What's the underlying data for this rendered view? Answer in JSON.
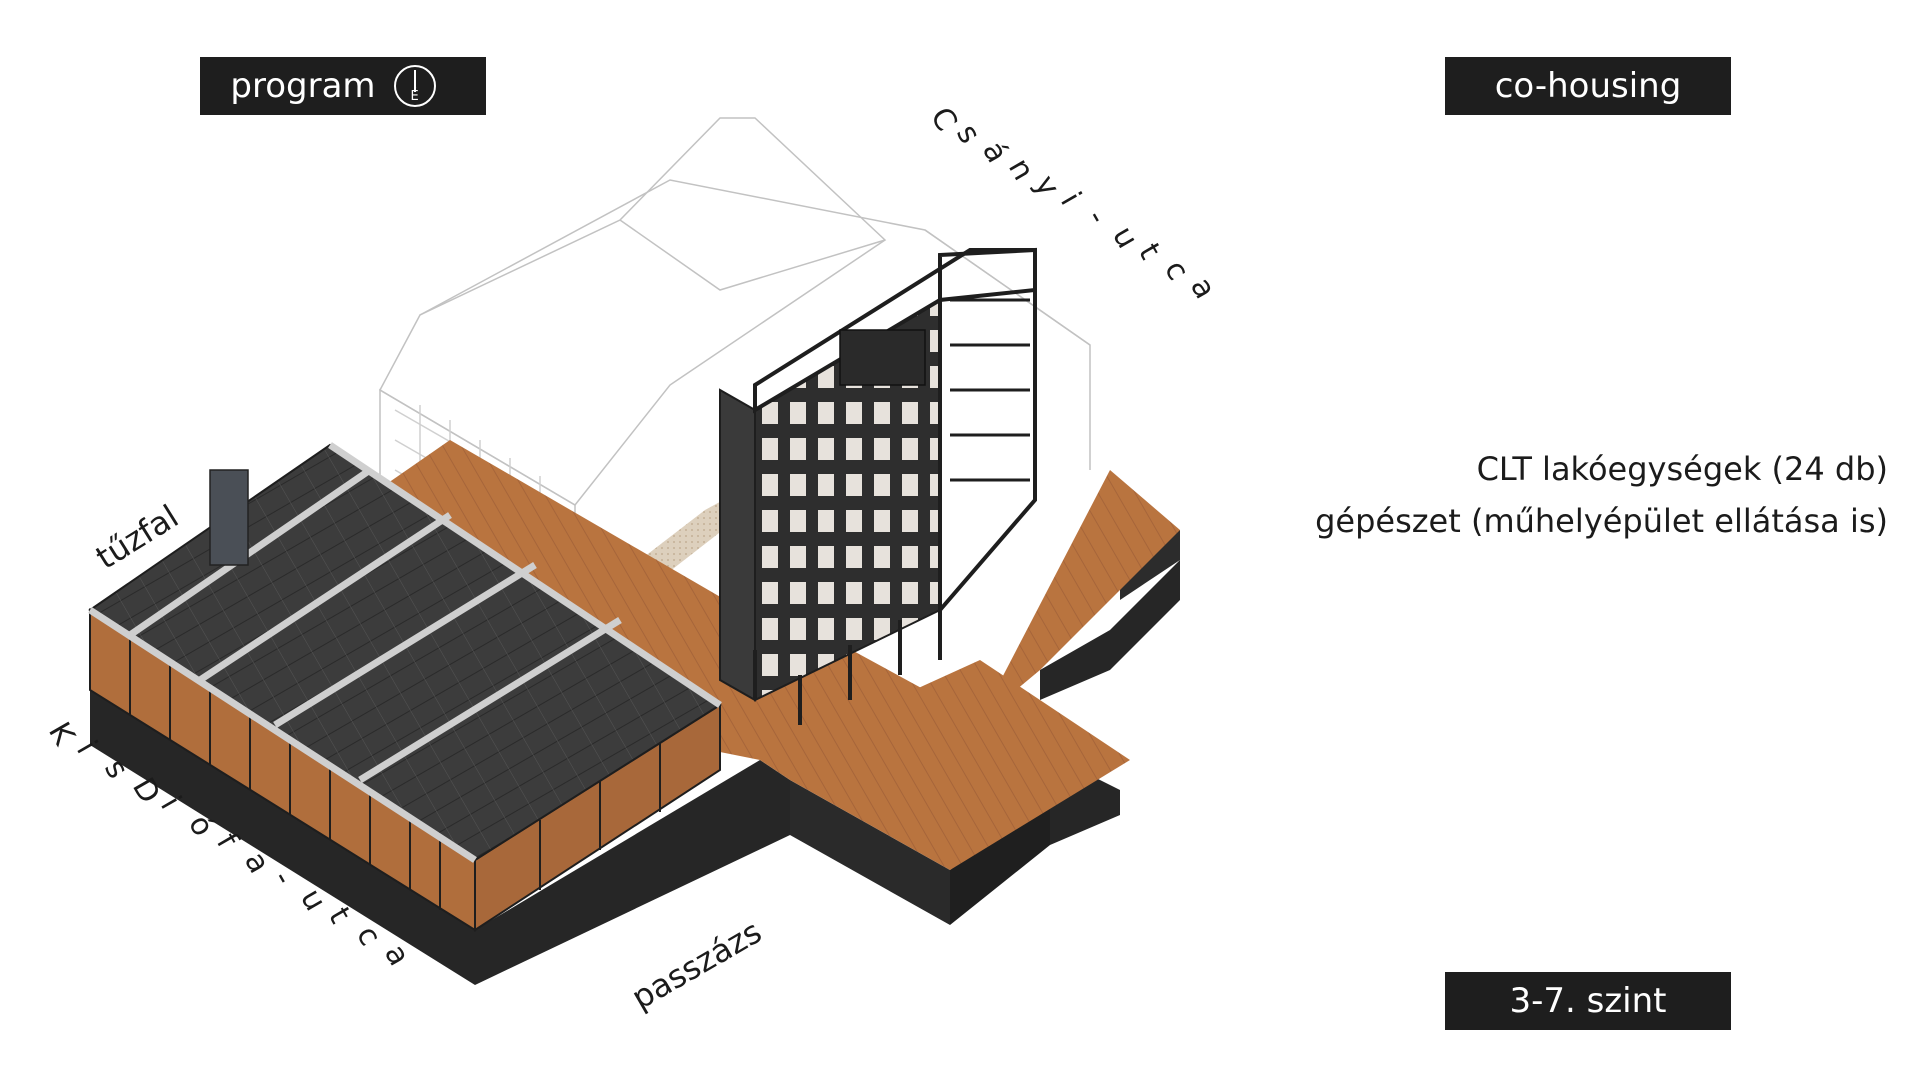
{
  "labels": {
    "program": "program",
    "compass_letter": "É",
    "cohousing": "co-housing",
    "level": "3-7. szint"
  },
  "description": {
    "line1": "CLT lakóegységek (24 db)",
    "line2": "gépészet (műhelyépület ellátása is)"
  },
  "streets": {
    "csanyi": [
      "C",
      "s",
      "á",
      "n",
      "y",
      "i",
      "-",
      "u",
      "t",
      "c",
      "a"
    ],
    "kisdiofa": [
      "K",
      "i",
      "s",
      "D",
      "i",
      "ó",
      "f",
      "a",
      "-",
      "u",
      "t",
      "c",
      "a"
    ]
  },
  "annotations": {
    "tuzfal": "tűzfal",
    "passzazs": "passzázs"
  },
  "colors": {
    "deck": "#b9743f",
    "deck_dark": "#9a5e32",
    "base": "#262626",
    "roof": "#3c3c3c",
    "frame": "#1e1e1e",
    "beam": "#cfcfcf",
    "ghost": "#c8c8c8",
    "gravel": "#d9cbb6"
  }
}
